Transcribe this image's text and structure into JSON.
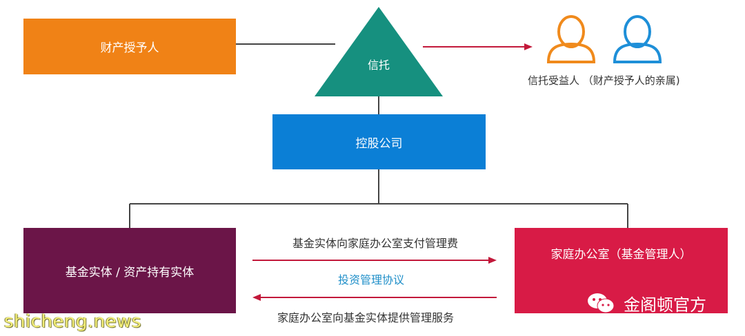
{
  "nodes": {
    "settlor": "财产授予人",
    "trust": "信托",
    "holding": "控股公司",
    "fund_entity": "基金实体 / 资产持有实体",
    "family_office": "家庭办公室（基金管理人）",
    "beneficiaries": "信托受益人 （财产授予人的亲属)"
  },
  "edge_labels": {
    "fee": "基金实体向家庭办公室支付管理费",
    "agreement": "投资管理协议",
    "service": "家庭办公室向基金实体提供管理服务"
  },
  "watermarks": {
    "left": "shicheng.news",
    "right": "金阁顿官方"
  },
  "icons": [
    "person-icon-orange",
    "person-icon-blue",
    "wechat-icon"
  ],
  "colors": {
    "settlor": "#f08216",
    "trust": "#16907f",
    "holding": "#0b7fd6",
    "fund_entity": "#6b1548",
    "family_office": "#d81b46",
    "arrow": "#c2183a",
    "line": "#444444",
    "person_orange": "#f08a1c",
    "person_blue": "#1e8fd8"
  }
}
